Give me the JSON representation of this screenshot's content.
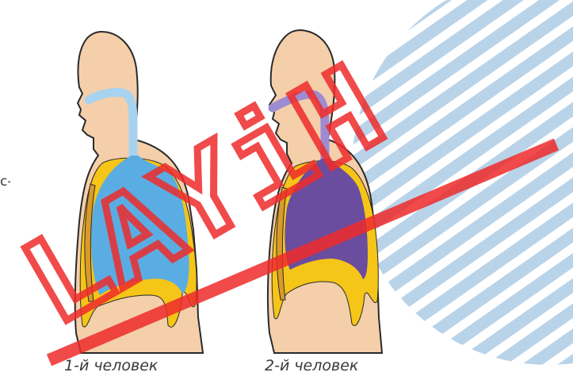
{
  "text_fragment": "с-",
  "figures": [
    {
      "caption": "1-й человек",
      "lung_color": "#5aade2",
      "airway_color": "#a8d3f0"
    },
    {
      "caption": "2-й человек",
      "lung_color": "#6a4d9e",
      "airway_color": "#9d8cd1"
    }
  ],
  "stamp": {
    "text": "LAYiH",
    "color": "#ef2b2b"
  },
  "colors": {
    "skin": "#f4cfaa",
    "bone_yellow": "#f5c518",
    "outline": "#2a2a2a",
    "stripes": "#b9d3e9"
  }
}
